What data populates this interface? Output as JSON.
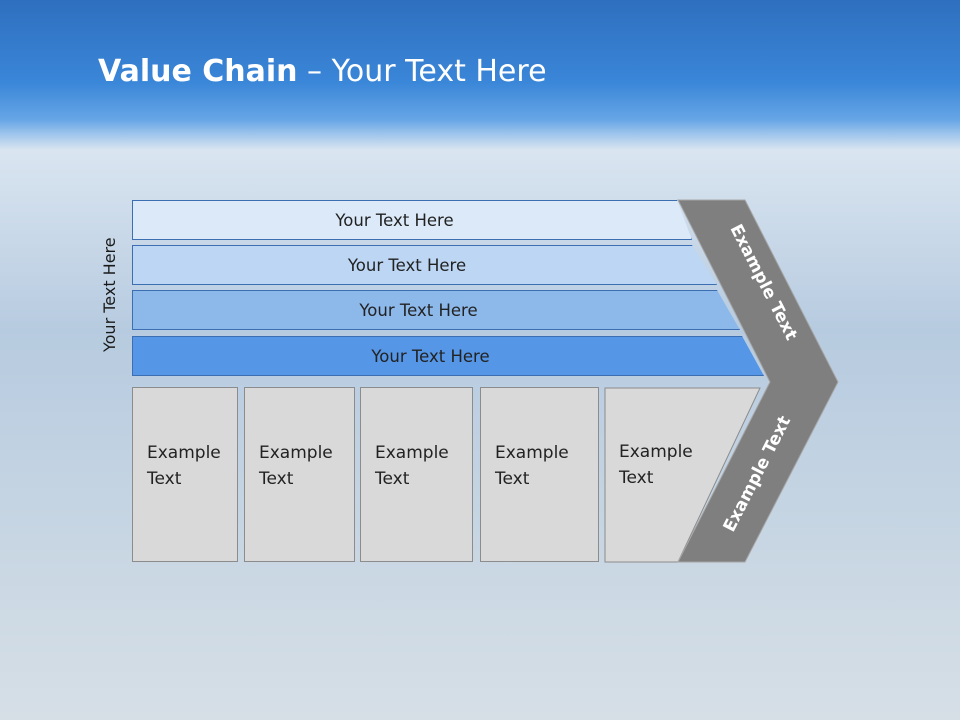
{
  "title": {
    "bold": "Value Chain",
    "rest": " – Your Text Here"
  },
  "side_label": "Your Text Here",
  "bands": [
    {
      "label": "Your Text Here"
    },
    {
      "label": "Your Text Here"
    },
    {
      "label": "Your Text Here"
    },
    {
      "label": "Your Text Here"
    }
  ],
  "boxes": [
    {
      "line1": "Example",
      "line2": "Text"
    },
    {
      "line1": "Example",
      "line2": "Text"
    },
    {
      "line1": "Example",
      "line2": "Text"
    },
    {
      "line1": "Example",
      "line2": "Text"
    },
    {
      "line1": "Example",
      "line2": "Text"
    }
  ],
  "chevron": {
    "top_label": "Example Text",
    "bottom_label": "Example Text"
  },
  "colors": {
    "header": "#3a86d8",
    "band1": "#dce9f8",
    "band2": "#bcd6f3",
    "band3": "#8db8ea",
    "band4": "#5596e6",
    "box": "#d9d9d9",
    "chevron": "#7f7f7f"
  }
}
